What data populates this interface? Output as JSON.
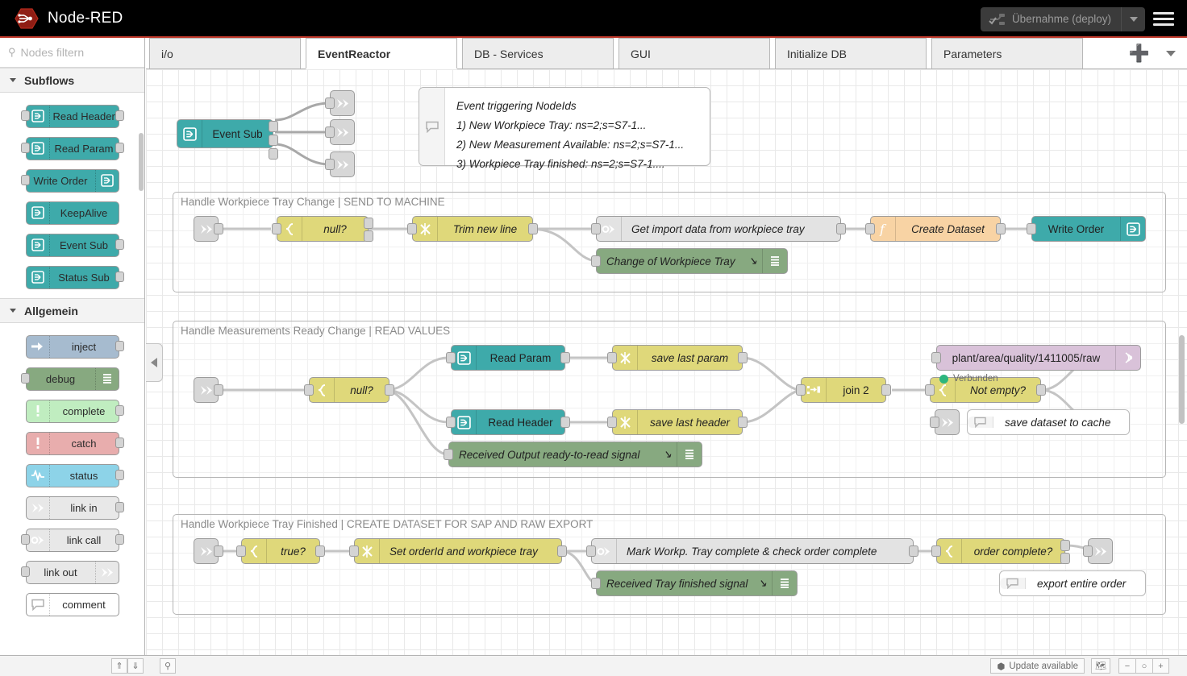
{
  "header": {
    "brand": "Node-RED",
    "logo_icon": "node-red-hexagon-logo",
    "deploy_label": "Übernahme (deploy)",
    "deploy_icon": "deploy-icon",
    "deploy_caret_icon": "chevron-down-icon",
    "menu_icon": "hamburger-menu-icon"
  },
  "palette": {
    "search_placeholder": "Nodes filtern",
    "search_icon": "search-icon",
    "categories": [
      {
        "label": "Subflows",
        "caret_icon": "chevron-down-icon",
        "nodes": [
          {
            "label": "Read Header",
            "icon": "subflow-icon",
            "color": "#3eaaaa",
            "icon_side": "left",
            "in": true,
            "out": true
          },
          {
            "label": "Read Param",
            "icon": "subflow-icon",
            "color": "#3eaaaa",
            "icon_side": "left",
            "in": true,
            "out": true
          },
          {
            "label": "Write Order",
            "icon": "subflow-icon",
            "color": "#3eaaaa",
            "icon_side": "right",
            "in": true,
            "out": false
          },
          {
            "label": "KeepAlive",
            "icon": "subflow-icon",
            "color": "#3eaaaa",
            "icon_side": "left",
            "in": false,
            "out": false
          },
          {
            "label": "Event Sub",
            "icon": "subflow-icon",
            "color": "#3eaaaa",
            "icon_side": "left",
            "in": false,
            "out": true
          },
          {
            "label": "Status Sub",
            "icon": "subflow-icon",
            "color": "#3eaaaa",
            "icon_side": "left",
            "in": false,
            "out": true
          }
        ]
      },
      {
        "label": "Allgemein",
        "caret_icon": "chevron-down-icon",
        "nodes": [
          {
            "label": "inject",
            "icon": "inject-arrow-icon",
            "color": "#a6bbcf",
            "icon_side": "left",
            "in": false,
            "out": true
          },
          {
            "label": "debug",
            "icon": "debug-lines-icon",
            "color": "#87a980",
            "icon_side": "right",
            "in": true,
            "out": false
          },
          {
            "label": "complete",
            "icon": "exclamation-icon",
            "color": "#c0edc0",
            "icon_side": "left",
            "in": false,
            "out": true
          },
          {
            "label": "catch",
            "icon": "exclamation-icon",
            "color": "#e8adad",
            "icon_side": "left",
            "in": false,
            "out": true
          },
          {
            "label": "status",
            "icon": "pulse-wave-icon",
            "color": "#8dd3e8",
            "icon_side": "left",
            "in": false,
            "out": true
          },
          {
            "label": "link in",
            "icon": "link-in-icon",
            "color": "#e8e8e8",
            "icon_side": "left",
            "in": false,
            "out": true
          },
          {
            "label": "link call",
            "icon": "link-call-icon",
            "color": "#e8e8e8",
            "icon_side": "left",
            "in": true,
            "out": true
          },
          {
            "label": "link out",
            "icon": "link-out-icon",
            "color": "#e8e8e8",
            "icon_side": "right",
            "in": true,
            "out": false
          },
          {
            "label": "comment",
            "icon": "comment-bubble-icon",
            "color": "#ffffff",
            "icon_side": "left",
            "in": false,
            "out": false
          }
        ]
      }
    ]
  },
  "tabs": {
    "items": [
      {
        "label": "i/o",
        "active": false
      },
      {
        "label": "EventReactor",
        "active": true
      },
      {
        "label": "DB - Services",
        "active": false
      },
      {
        "label": "GUI",
        "active": false
      },
      {
        "label": "Initialize DB",
        "active": false
      },
      {
        "label": "Parameters",
        "active": false
      }
    ],
    "add_icon": "plus-icon",
    "more_icon": "chevron-down-icon"
  },
  "canvas": {
    "collapse_icon": "chevron-left-icon",
    "event_sub": {
      "label": "Event Sub",
      "icon": "subflow-icon"
    },
    "info_comment": {
      "icon": "comment-bubble-icon",
      "lines": [
        "Event triggering NodeIds",
        "1) New Workpiece Tray: ns=2;s=S7-1...",
        "2) New Measurement Available: ns=2;s=S7-1...",
        "3) Workpiece Tray finished: ns=2;s=S7-1...."
      ]
    },
    "groups": [
      {
        "title": "Handle Workpiece Tray Change | SEND TO MACHINE",
        "nodes": [
          {
            "label": "",
            "icon": "link-in-icon",
            "type": "link"
          },
          {
            "label": "null?",
            "icon": "switch-icon",
            "color": "yellow"
          },
          {
            "label": "Trim new line",
            "icon": "change-icon",
            "color": "yellow"
          },
          {
            "label": "Get import data from workpiece tray",
            "icon": "link-call-icon",
            "color": "grey"
          },
          {
            "label": "Create Dataset",
            "icon": "function-f-icon",
            "color": "orange"
          },
          {
            "label": "Write Order",
            "icon": "subflow-icon",
            "color": "teal"
          },
          {
            "label": "Change of Workpiece Tray",
            "icon": "debug-lines-icon",
            "color": "green",
            "suffix_icon": "debug-target-icon"
          }
        ]
      },
      {
        "title": "Handle Measurements Ready Change | READ VALUES",
        "nodes": [
          {
            "label": "",
            "icon": "link-in-icon",
            "type": "link"
          },
          {
            "label": "null?",
            "icon": "switch-icon",
            "color": "yellow"
          },
          {
            "label": "Read Param",
            "icon": "subflow-icon",
            "color": "teal"
          },
          {
            "label": "Read Header",
            "icon": "subflow-icon",
            "color": "teal"
          },
          {
            "label": "save last param",
            "icon": "change-icon",
            "color": "yellow"
          },
          {
            "label": "save last header",
            "icon": "change-icon",
            "color": "yellow"
          },
          {
            "label": "join 2",
            "icon": "join-icon",
            "color": "yellow"
          },
          {
            "label": "Not empty?",
            "icon": "switch-icon",
            "color": "yellow"
          },
          {
            "label": "plant/area/quality/1411005/raw",
            "icon": "mqtt-signal-icon",
            "color": "purple",
            "status": "Verbunden",
            "status_color": "#2cb67d"
          },
          {
            "label": "Received Output ready-to-read signal",
            "icon": "debug-lines-icon",
            "color": "green",
            "suffix_icon": "debug-target-icon"
          },
          {
            "label": "save dataset to cache",
            "icon": "comment-bubble-icon",
            "type": "comment"
          }
        ]
      },
      {
        "title": "Handle Workpiece Tray Finished | CREATE DATASET FOR SAP AND RAW EXPORT",
        "nodes": [
          {
            "label": "",
            "icon": "link-in-icon",
            "type": "link"
          },
          {
            "label": "true?",
            "icon": "switch-icon",
            "color": "yellow"
          },
          {
            "label": "Set orderId and workpiece tray",
            "icon": "change-icon",
            "color": "yellow"
          },
          {
            "label": "Mark Workp. Tray complete & check order complete",
            "icon": "link-call-icon",
            "color": "grey"
          },
          {
            "label": "order complete?",
            "icon": "switch-icon",
            "color": "yellow"
          },
          {
            "label": "",
            "icon": "link-out-icon",
            "type": "link"
          },
          {
            "label": "Received Tray finished signal",
            "icon": "debug-lines-icon",
            "color": "green",
            "suffix_icon": "debug-target-icon"
          },
          {
            "label": "export entire order",
            "icon": "comment-bubble-icon",
            "type": "comment"
          }
        ]
      }
    ]
  },
  "footer": {
    "collapse_up_icon": "chevrons-up-icon",
    "collapse_down_icon": "chevrons-down-icon",
    "search_icon": "search-icon",
    "update_label": "Update available",
    "update_icon": "package-icon",
    "navigator_icon": "map-navigator-icon",
    "zoom_out_label": "−",
    "zoom_reset_label": "○",
    "zoom_in_label": "+"
  },
  "colors": {
    "brand_red": "#c0392b",
    "teal": "#3eaaaa",
    "yellow": "#dfd87a",
    "green": "#87a980",
    "orange": "#f8d3a4",
    "purple": "#d9c2d9",
    "grey": "#e3e3e3",
    "status_green": "#2cb67d"
  }
}
